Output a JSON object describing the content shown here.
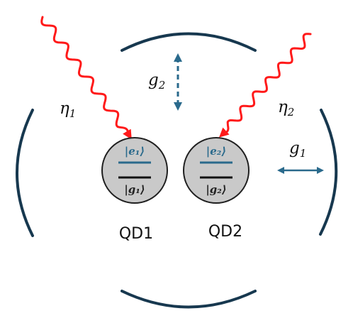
{
  "colors": {
    "mirror": "#17384f",
    "arrow": "#2a6a8c",
    "laser": "#ff1a1a",
    "level_excited": "#2a6a8c",
    "level_ground": "#111111",
    "dot_fill": "#c9c9c9",
    "dot_stroke": "#1f1f1f"
  },
  "labels": {
    "eta1": "η",
    "eta1_sub": "1",
    "eta2": "η",
    "eta2_sub": "2",
    "g2": "g",
    "g2_sub": "2",
    "g1": "g",
    "g1_sub": "1"
  },
  "dots": [
    {
      "name": "QD1",
      "excited_state": "|e₁⟩",
      "ground_state": "|g₁⟩"
    },
    {
      "name": "QD2",
      "excited_state": "|e₂⟩",
      "ground_state": "|g₂⟩"
    }
  ],
  "icons": [
    "double-arrow-horizontal-icon",
    "dashed-double-arrow-vertical-icon",
    "wavy-laser-arrow-icon"
  ]
}
